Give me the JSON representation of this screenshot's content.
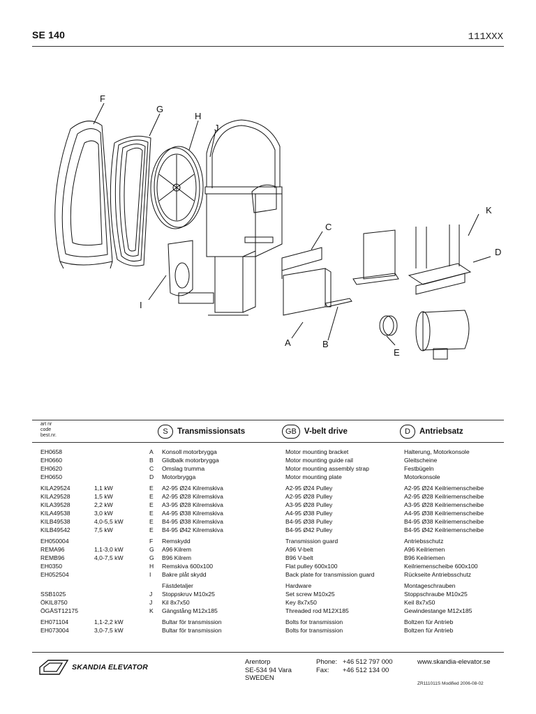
{
  "header": {
    "title": "SE 140",
    "code": "111XXX"
  },
  "callouts": [
    "A",
    "B",
    "C",
    "D",
    "E",
    "F",
    "G",
    "H",
    "I",
    "J",
    "K"
  ],
  "table": {
    "head_small": [
      "art nr",
      "code",
      "best.nr."
    ],
    "languages": [
      {
        "mark": "S",
        "label": "Transmissionsats"
      },
      {
        "mark": "GB",
        "label": "V-belt drive"
      },
      {
        "mark": "D",
        "label": "Antriebsatz"
      }
    ],
    "rows": [
      {
        "code": "EH0658",
        "kw": "",
        "ref": "A",
        "sv": "Konsoll motorbrygga",
        "en": "Motor mounting bracket",
        "de": "Halterung, Motorkonsole"
      },
      {
        "code": "EH0660",
        "kw": "",
        "ref": "B",
        "sv": "Glidbalk motorbrygga",
        "en": "Motor mounting guide rail",
        "de": "Gleitscheine"
      },
      {
        "code": "EH0620",
        "kw": "",
        "ref": "C",
        "sv": "Omslag trumma",
        "en": "Motor mounting assembly strap",
        "de": "Festbügeln"
      },
      {
        "code": "EH0650",
        "kw": "",
        "ref": "D",
        "sv": "Motorbrygga",
        "en": "Motor mounting plate",
        "de": "Motorkonsole"
      },
      {
        "code": "KILA29524",
        "kw": "1,1 kW",
        "ref": "E",
        "sv": "A2-95 Ø24 Kilremskiva",
        "en": "A2-95 Ø24 Pulley",
        "de": "A2-95 Ø24 Keilriemenscheibe"
      },
      {
        "code": "KILA29528",
        "kw": "1,5 kW",
        "ref": "E",
        "sv": "A2-95 Ø28 Kilremskiva",
        "en": "A2-95 Ø28 Pulley",
        "de": "A2-95 Ø28 Keilriemenscheibe"
      },
      {
        "code": "KILA39528",
        "kw": "2,2 kW",
        "ref": "E",
        "sv": "A3-95 Ø28 Kilremskiva",
        "en": "A3-95 Ø28 Pulley",
        "de": "A3-95 Ø28 Keilriemenscheibe"
      },
      {
        "code": "KILA49538",
        "kw": "3,0 kW",
        "ref": "E",
        "sv": "A4-95 Ø38 Kilremskiva",
        "en": "A4-95 Ø38 Pulley",
        "de": "A4-95 Ø38 Keilriemenscheibe"
      },
      {
        "code": "KILB49538",
        "kw": "4,0-5,5 kW",
        "ref": "E",
        "sv": "B4-95 Ø38 Kilremskiva",
        "en": "B4-95 Ø38 Pulley",
        "de": "B4-95 Ø38 Keilriemenscheibe"
      },
      {
        "code": "KILB49542",
        "kw": "7,5 kW",
        "ref": "E",
        "sv": "B4-95 Ø42 Kilremskiva",
        "en": "B4-95 Ø42 Pulley",
        "de": "B4-95 Ø42 Keilriemenscheibe"
      },
      {
        "code": "EH050004",
        "kw": "",
        "ref": "F",
        "sv": "Remskydd",
        "en": "Transmission guard",
        "de": "Antriebsschutz"
      },
      {
        "code": "REMA96",
        "kw": "1,1-3,0 kW",
        "ref": "G",
        "sv": "A96 Kilrem",
        "en": "A96 V-belt",
        "de": "A96 Keilriemen"
      },
      {
        "code": "REMB96",
        "kw": "4,0-7,5 kW",
        "ref": "G",
        "sv": "B96 Kilrem",
        "en": "B96 V-belt",
        "de": "B96 Keilriemen"
      },
      {
        "code": "EH0350",
        "kw": "",
        "ref": "H",
        "sv": "Remskiva 600x100",
        "en": "Flat pulley 600x100",
        "de": "Keilriemenscheibe 600x100"
      },
      {
        "code": "EH052504",
        "kw": "",
        "ref": "I",
        "sv": "Bakre plåt skydd",
        "en": "Back plate for transmission guard",
        "de": "Rückseite Antriebsschutz"
      },
      {
        "code": "",
        "kw": "",
        "ref": "",
        "sv": "Fästdetaljer",
        "en": "Hardware",
        "de": "Montageschrauben"
      },
      {
        "code": "SSB1025",
        "kw": "",
        "ref": "J",
        "sv": "Stoppskruv M10x25",
        "en": "Set screw M10x25",
        "de": "Stoppschraube M10x25"
      },
      {
        "code": "ÖKIL8750",
        "kw": "",
        "ref": "J",
        "sv": "Kil 8x7x50",
        "en": "Key 8x7x50",
        "de": "Keil 8x7x50"
      },
      {
        "code": "ÖGÄST12175",
        "kw": "",
        "ref": "K",
        "sv": "Gängstång M12x185",
        "en": "Threaded rod M12X185",
        "de": "Gewindestange M12x185"
      },
      {
        "code": "EH071104",
        "kw": "1,1-2,2 kW",
        "ref": "",
        "sv": "Bultar för transmission",
        "en": "Bolts for transmission",
        "de": "Boltzen für Antrieb"
      },
      {
        "code": "EH073004",
        "kw": "3,0-7,5 kW",
        "ref": "",
        "sv": "Bultar för transmission",
        "en": "Bolts for transmission",
        "de": "Boltzen für Antrieb"
      }
    ]
  },
  "footer": {
    "company": "SKANDIA ELEVATOR",
    "address": [
      "Arentorp",
      "SE-534 94 Vara",
      "SWEDEN"
    ],
    "phone_label": "Phone:",
    "phone": "+46 512 797 000",
    "fax_label": "Fax:",
    "fax": "+46 512 134 00",
    "web": "www.skandia-elevator.se",
    "docref": "ZR111011S Modified 2006-08-02"
  }
}
